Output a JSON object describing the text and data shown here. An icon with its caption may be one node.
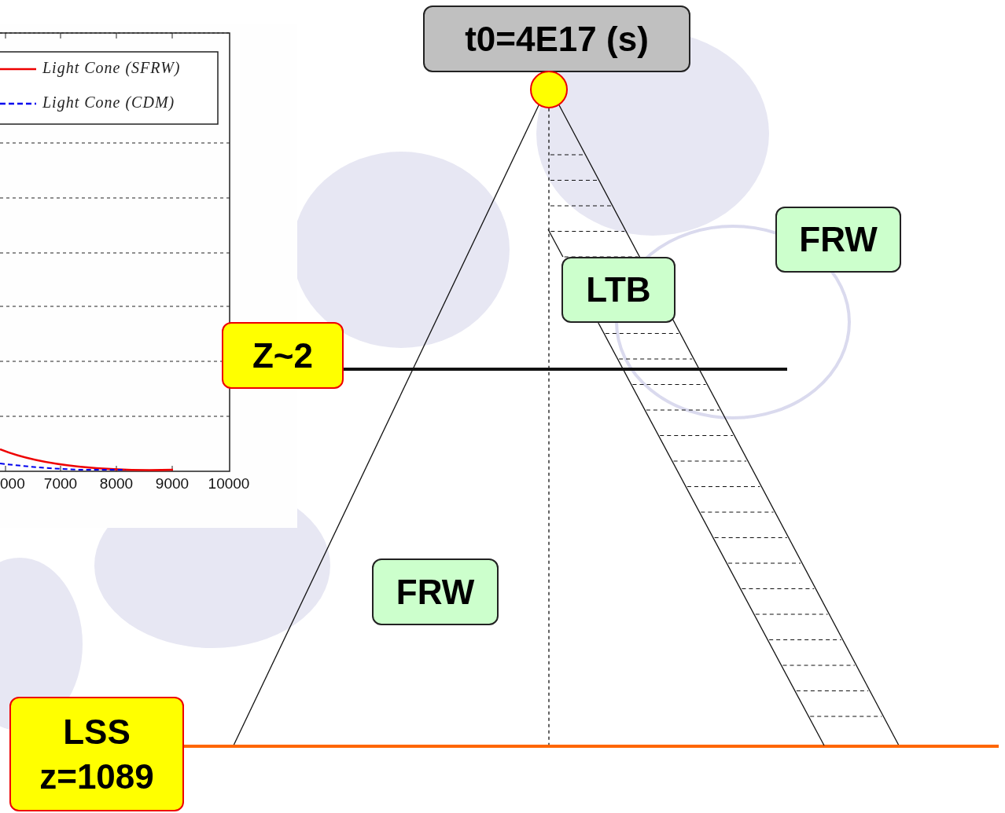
{
  "diagram": {
    "nodes": [
      {
        "text": [
          "t0=4E17 (s)"
        ]
      },
      {
        "text": [],
        "shape": "circle"
      },
      {
        "text": [
          "FRW"
        ]
      },
      {
        "text": [
          "LTB"
        ]
      },
      {
        "text": [
          "Z~2"
        ]
      },
      {
        "text": [
          "FRW"
        ]
      },
      {
        "text": [
          "LSS",
          "z=1089"
        ]
      }
    ],
    "edges": [
      {
        "from": 1,
        "to": null,
        "arrow": "none"
      },
      {
        "from": 1,
        "to": null,
        "arrow": "none"
      },
      {
        "from": 1,
        "to": null,
        "arrow": "none",
        "style": "dashed"
      },
      {
        "from": 4,
        "to": null,
        "arrow": "none",
        "style": "thick"
      },
      {
        "from": 6,
        "to": null,
        "arrow": "none",
        "style": "thick",
        "color": "#ff6600"
      },
      {
        "from": null,
        "to": 3,
        "arrow": "none"
      },
      {
        "from": 3,
        "to": null,
        "arrow": "none"
      }
    ],
    "labels": [
      "000",
      "7000",
      "8000",
      "9000",
      "10000"
    ],
    "legend": [
      {
        "text": "Light Cone (SFRW)"
      },
      {
        "text": "Light Cone (CDM)"
      }
    ]
  }
}
